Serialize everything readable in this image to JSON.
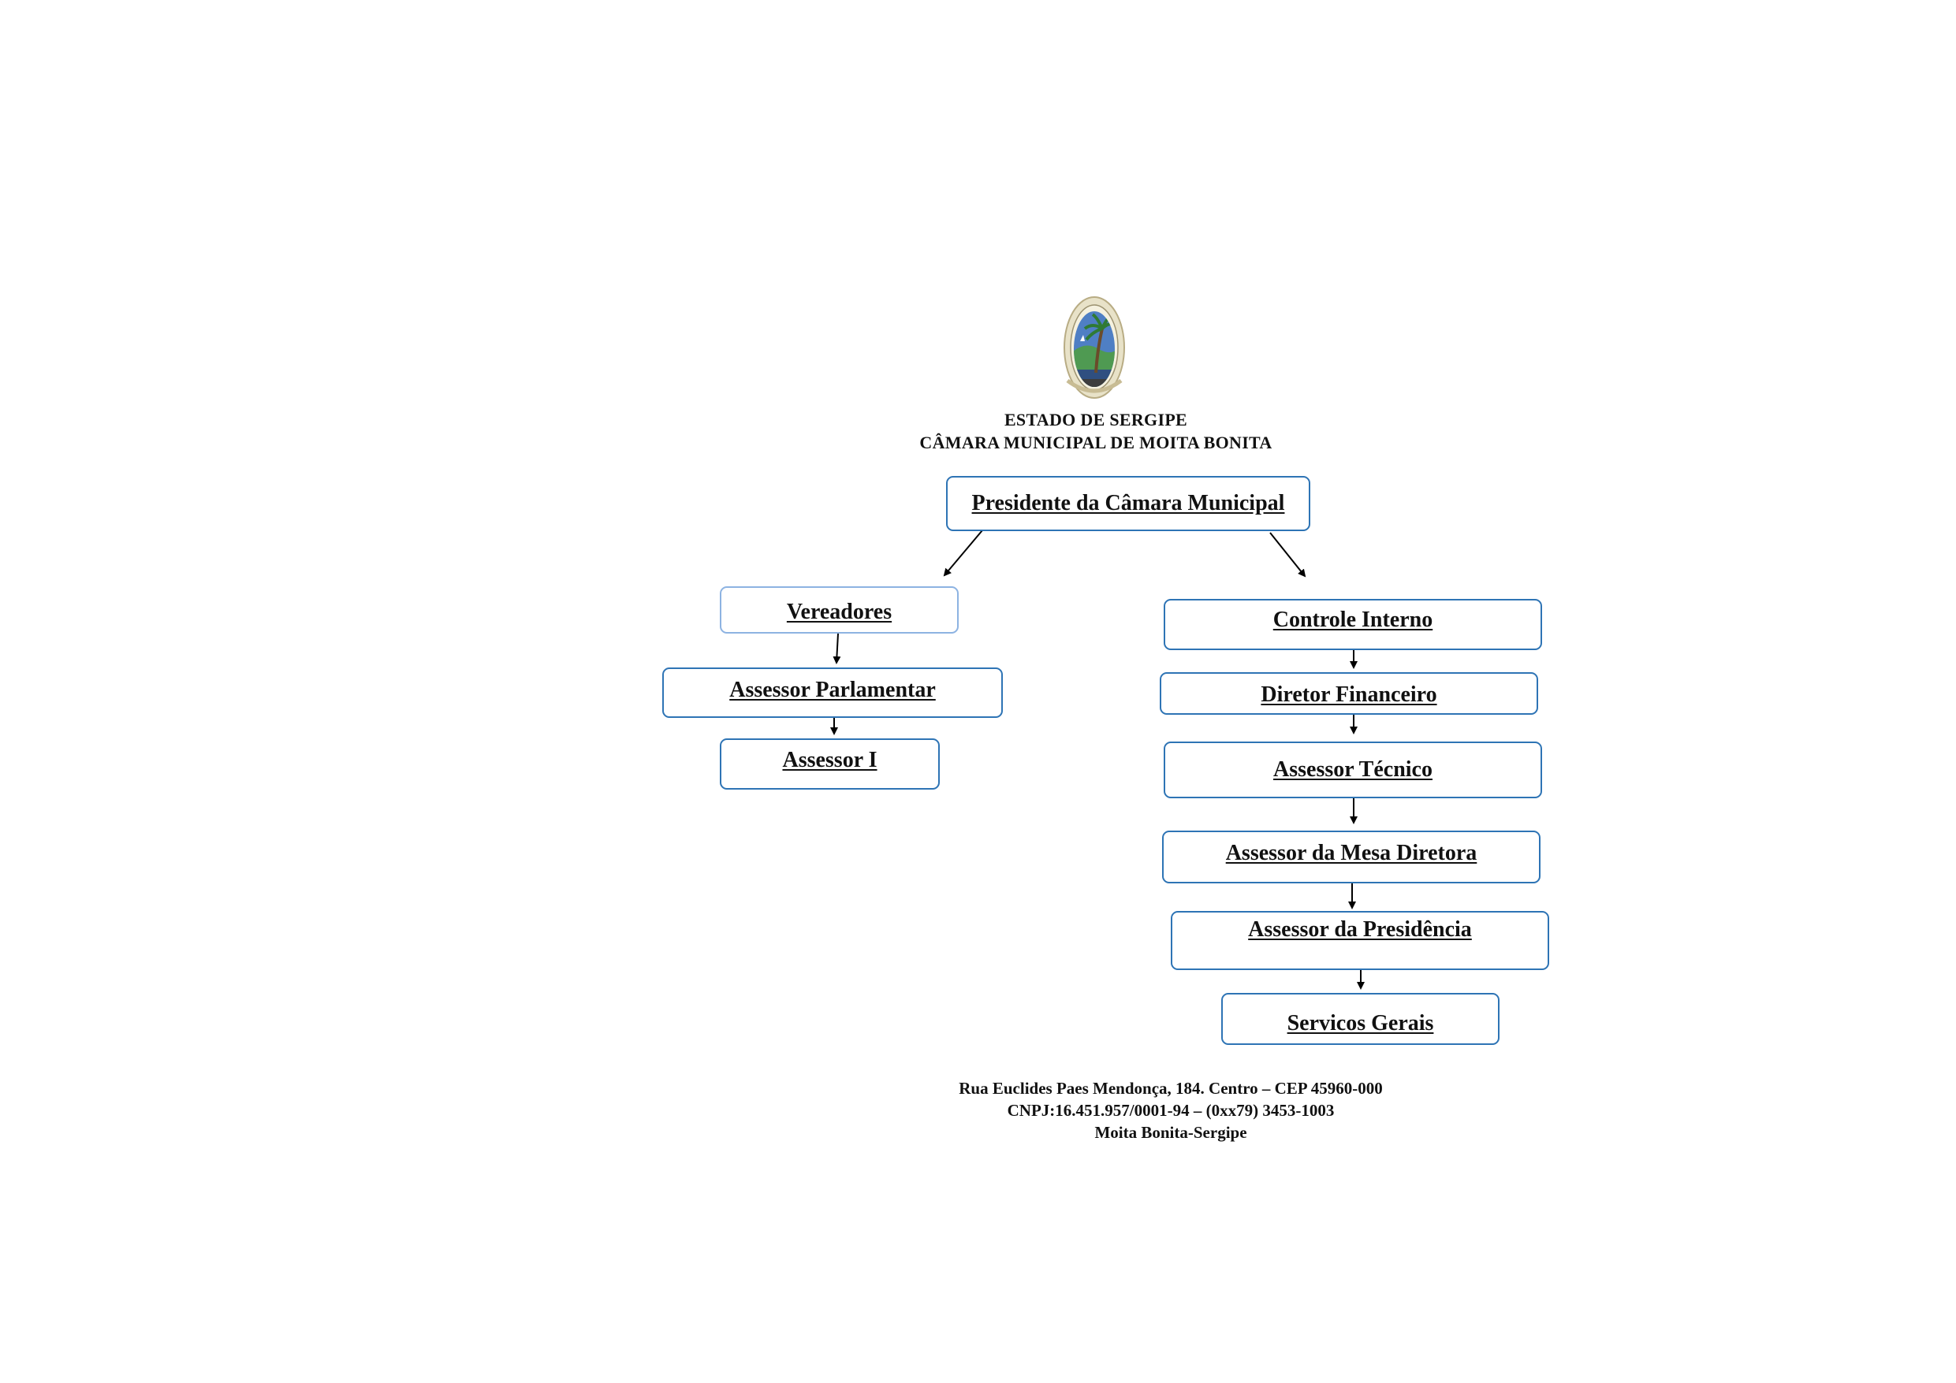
{
  "header": {
    "line1": "ESTADO DE SERGIPE",
    "line2": "CÂMARA MUNICIPAL DE MOITA BONITA"
  },
  "seal": {
    "icon": "municipal-seal-icon"
  },
  "nodes": {
    "presidente": "Presidente da Câmara Municipal",
    "vereadores": "Vereadores",
    "assessor_parlamentar": "Assessor Parlamentar",
    "assessor_i": "Assessor I",
    "controle_interno": "Controle Interno",
    "diretor_financeiro": "Diretor Financeiro",
    "assessor_tecnico": "Assessor Técnico",
    "assessor_mesa": "Assessor da Mesa Diretora",
    "assessor_presidencia": "Assessor da Presidência",
    "servicos_gerais": "Servicos Gerais"
  },
  "footer": {
    "address": "Rua Euclides Paes Mendonça, 184. Centro – CEP 45960-000",
    "contact": "CNPJ:16.451.957/0001-94  – (0xx79) 3453-1003",
    "city": "Moita Bonita-Sergipe"
  },
  "colors": {
    "box_border": "#2e74b5",
    "box_border_light": "#8db3e2",
    "text": "#111111",
    "arrow": "#000000"
  }
}
